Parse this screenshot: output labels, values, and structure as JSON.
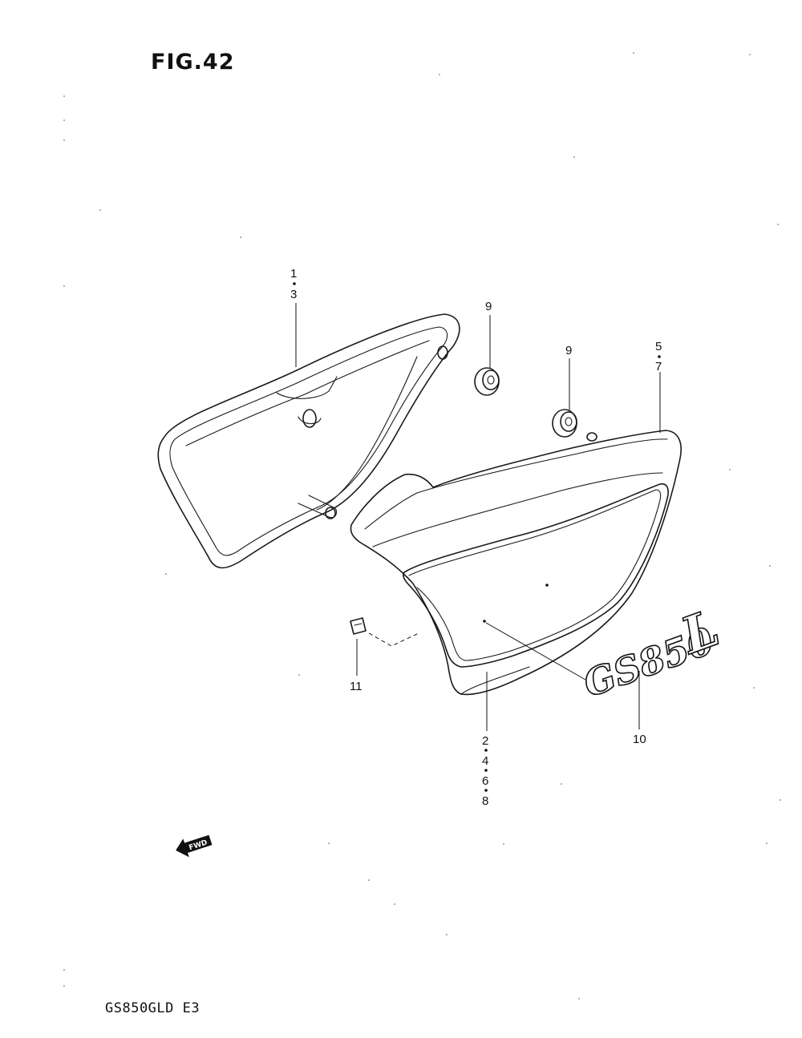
{
  "figure": {
    "title": "FIG.42"
  },
  "footer": {
    "model_code": "GS850GLD  E3"
  },
  "callouts": {
    "c1": [
      "1",
      "3"
    ],
    "c9a": [
      "9"
    ],
    "c9b": [
      "9"
    ],
    "c57": [
      "5",
      "7"
    ],
    "c11": [
      "11"
    ],
    "c2468": [
      "2",
      "4",
      "6",
      "8"
    ],
    "c10": [
      "10"
    ]
  },
  "emblem": {
    "text": "GS850",
    "script_letter": "L"
  },
  "direction_arrow": {
    "label": "FWD"
  }
}
